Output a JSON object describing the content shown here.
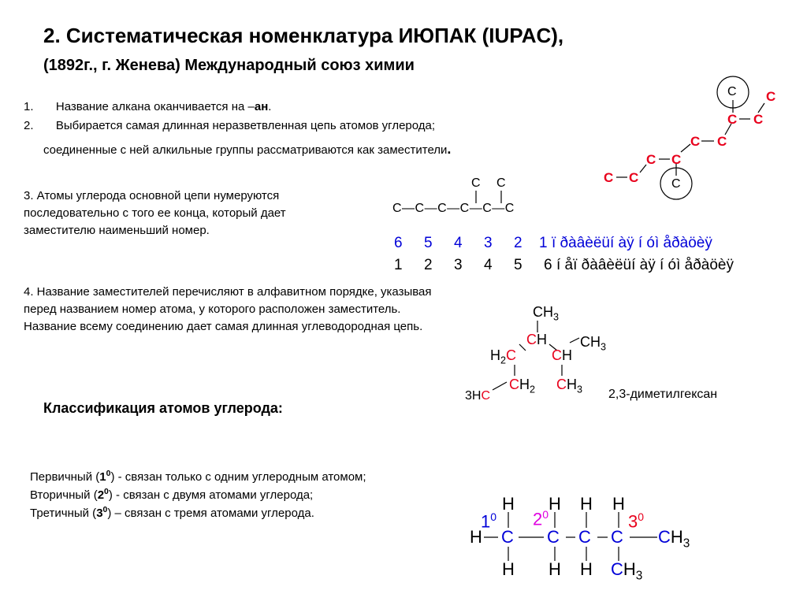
{
  "title_line1": "2. Систематическая номенклатура ИЮПАК (IUPAC),",
  "title_line2": "(1892г., г. Женева) Международный союз химии",
  "rules": {
    "r1_num": "1.",
    "r1_text_pre": "Название алкана оканчивается на –",
    "r1_bold": "ан",
    "r1_end": ".",
    "r2_num": "2.",
    "r2_text": "Выбирается самая  длинная неразветвленная цепь атомов углерода;",
    "r2_cont": "соединенные с ней алкильные группы рассматриваются как заместители",
    "r2_dot": "."
  },
  "rule3": "3. Атомы углерода основной цепи нумеруются последовательно с того ее конца,  который дает заместителю наименьший номер.",
  "rule4": "4. Название заместителей перечисляют в  алфавитном порядке, указывая перед названием номер атома, у которого расположен заместитель. Название  всему соединению дает самая длинная углеводородная цепь.",
  "atom": "C",
  "structure1": {
    "top_c": "C",
    "chain": "C—C—C—C—C—C",
    "sub1": "C",
    "sub2": "C"
  },
  "numbering": {
    "blue_nums": [
      "6",
      "5",
      "4",
      "3",
      "2",
      "1"
    ],
    "blue_label": "ï ðàâèëüí àÿ í óì åðàöèÿ",
    "black_nums": [
      "1",
      "2",
      "3",
      "4",
      "5",
      "6"
    ],
    "black_label": "í åï ðàâèëüí àÿ í óì åðàöèÿ"
  },
  "structure2": {
    "ch3_top": "CH",
    "ch3_top_sub": "3",
    "ch_mid": "H",
    "ch3_right": "CH",
    "ch3_right_sub": "3",
    "h2c": "H",
    "h2c_sub": "2",
    "ch_right_h": "H",
    "ch2_h": "H",
    "ch2_sub": "2",
    "ch3_bottom_h": "H",
    "ch3_bottom_sub": "3",
    "h3c_pre": "3H",
    "name": "2,3-диметилгексан"
  },
  "classification_title": "Классификация атомов углерода:",
  "classes": {
    "primary_pre": "Первичный (",
    "primary_num": "1",
    "primary_sup": "0",
    "primary_post": ") - связан только с одним углеродным атомом;",
    "secondary_pre": "Вторичный (",
    "secondary_num": "2",
    "secondary_sup": "0",
    "secondary_post": ")  -  связан с двумя атомами углерода;",
    "tertiary_pre": "Третичный (",
    "tertiary_num": "3",
    "tertiary_sup": "0",
    "tertiary_post": ") – связан с тремя атомами углерода."
  },
  "structure3": {
    "h": "H",
    "c": "C",
    "ch3": "CH",
    "sub3": "3",
    "lbl1": "1",
    "lbl2": "2",
    "lbl3": "3",
    "deg": "0"
  },
  "colors": {
    "red": "#e8001c",
    "blue": "#0000d8",
    "magenta": "#e000e0"
  }
}
